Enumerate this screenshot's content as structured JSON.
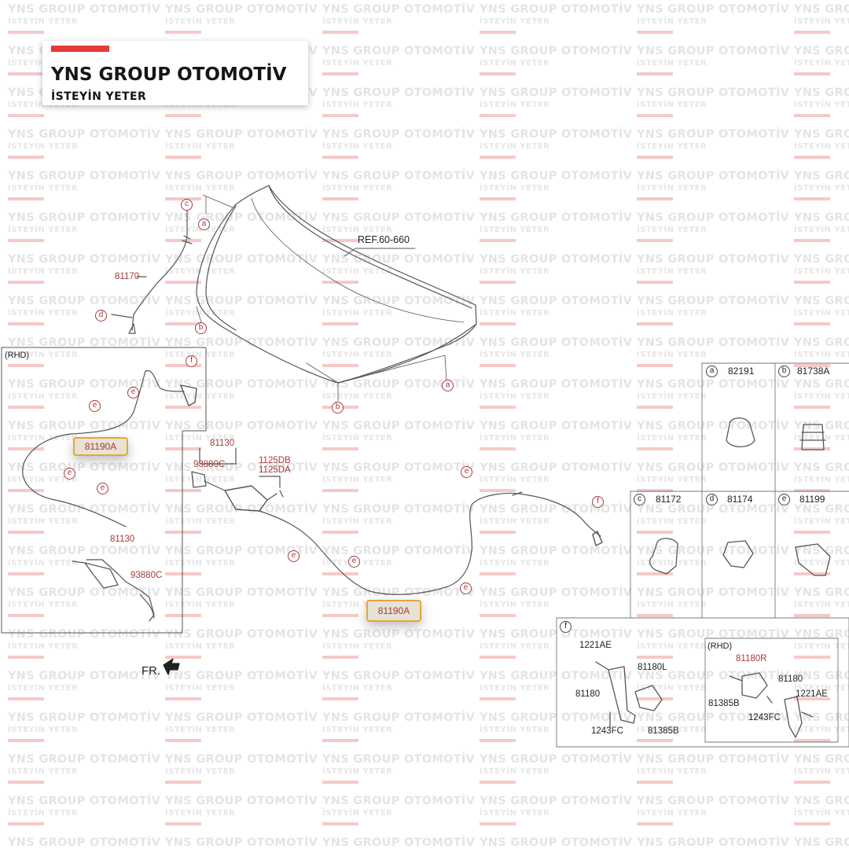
{
  "watermark": {
    "line1": "YNS GROUP OTOMOTİV",
    "line2": "İSTEYİN YETER"
  },
  "brand": {
    "title": "YNS GROUP OTOMOTİV",
    "subtitle": "İSTEYİN YETER",
    "accent_color": "#e23a36"
  },
  "diagram": {
    "ref_label": "REF.60-660",
    "front_label": "FR.",
    "rhd_label": "(RHD)",
    "highlight_color": "#e5a734",
    "parts": {
      "cable_left": "81170",
      "cable_main": "81190A",
      "latch": "81130",
      "switch": "93880C",
      "bolt_b": "1125DB",
      "bolt_a": "1125DA"
    },
    "letters": {
      "a": "a",
      "b": "b",
      "c": "c",
      "d": "d",
      "e": "e",
      "f": "f"
    },
    "legend": [
      {
        "letter": "a",
        "part": "82191"
      },
      {
        "letter": "b",
        "part": "81738A"
      },
      {
        "letter": "c",
        "part": "81172"
      },
      {
        "letter": "d",
        "part": "81174"
      },
      {
        "letter": "e",
        "part": "81199"
      }
    ],
    "detail_f": {
      "letter": "f",
      "bolt": "1221AE",
      "handle_l": "81180L",
      "handle": "81180",
      "bolt_fc": "1243FC",
      "screw": "81385B",
      "rhd_label": "(RHD)",
      "handle_r": "81180R"
    }
  }
}
